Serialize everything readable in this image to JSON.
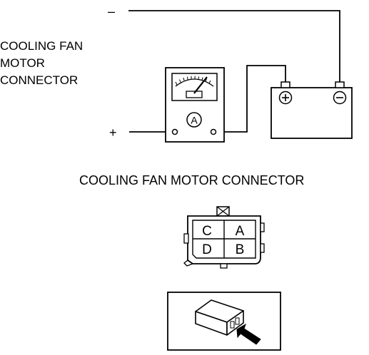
{
  "diagram": {
    "left_label_lines": [
      "COOLING FAN",
      "MOTOR",
      "CONNECTOR"
    ],
    "minus_sign": "–",
    "plus_sign": "+",
    "ammeter_letter": "A",
    "battery_plus": "+",
    "battery_minus": "−",
    "connector_title": "COOLING FAN MOTOR CONNECTOR",
    "pin_c": "C",
    "pin_a": "A",
    "pin_d": "D",
    "pin_b": "B"
  },
  "colors": {
    "line": "#000000",
    "background": "#ffffff"
  },
  "icons": {
    "ammeter": "ammeter-icon",
    "battery": "battery-icon",
    "connector": "connector-face-icon",
    "harness_view": "connector-harness-view-icon"
  }
}
